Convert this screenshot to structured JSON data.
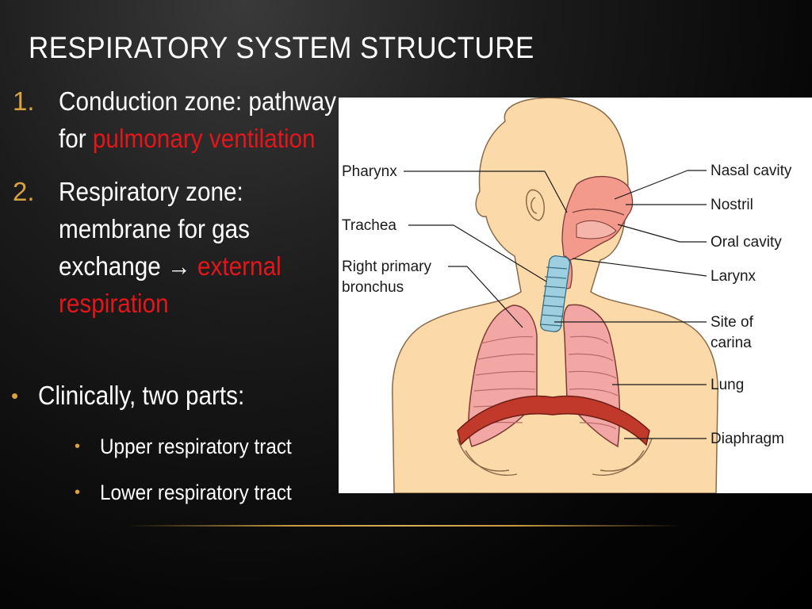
{
  "slide": {
    "title": "RESPIRATORY SYSTEM STRUCTURE",
    "numbered_items": [
      {
        "marker": "1.",
        "lead": "Conduction zone: pathway for ",
        "highlight": "pulmonary ventilation"
      },
      {
        "marker": "2.",
        "lead": "Respiratory zone: membrane for gas exchange ",
        "arrow": "→",
        "highlight": "external respiration"
      }
    ],
    "bullets": [
      {
        "marker": "•",
        "text": "Clinically, two parts:",
        "children": [
          {
            "marker": "•",
            "text": "Upper respiratory tract"
          },
          {
            "marker": "•",
            "text": "Lower respiratory tract"
          }
        ]
      }
    ]
  },
  "figure": {
    "labels": {
      "pharynx": "Pharynx",
      "trachea": "Trachea",
      "right_primary_bronchus_line1": "Right primary",
      "right_primary_bronchus_line2": "bronchus",
      "nasal_cavity": "Nasal cavity",
      "nostril": "Nostril",
      "oral_cavity": "Oral cavity",
      "larynx": "Larynx",
      "site_of_carina_line1": "Site of",
      "site_of_carina_line2": "carina",
      "lung": "Lung",
      "diaphragm": "Diaphragm"
    }
  },
  "colors": {
    "background": "#000000",
    "title_text": "#ffffff",
    "accent_red": "#e4161a",
    "marker_gold": "#d9a243",
    "skin": "#fcd9a8",
    "lung_pink": "#f3a7a5",
    "diaphragm_red": "#c0392b",
    "trachea_blue": "#9ecfe0"
  }
}
